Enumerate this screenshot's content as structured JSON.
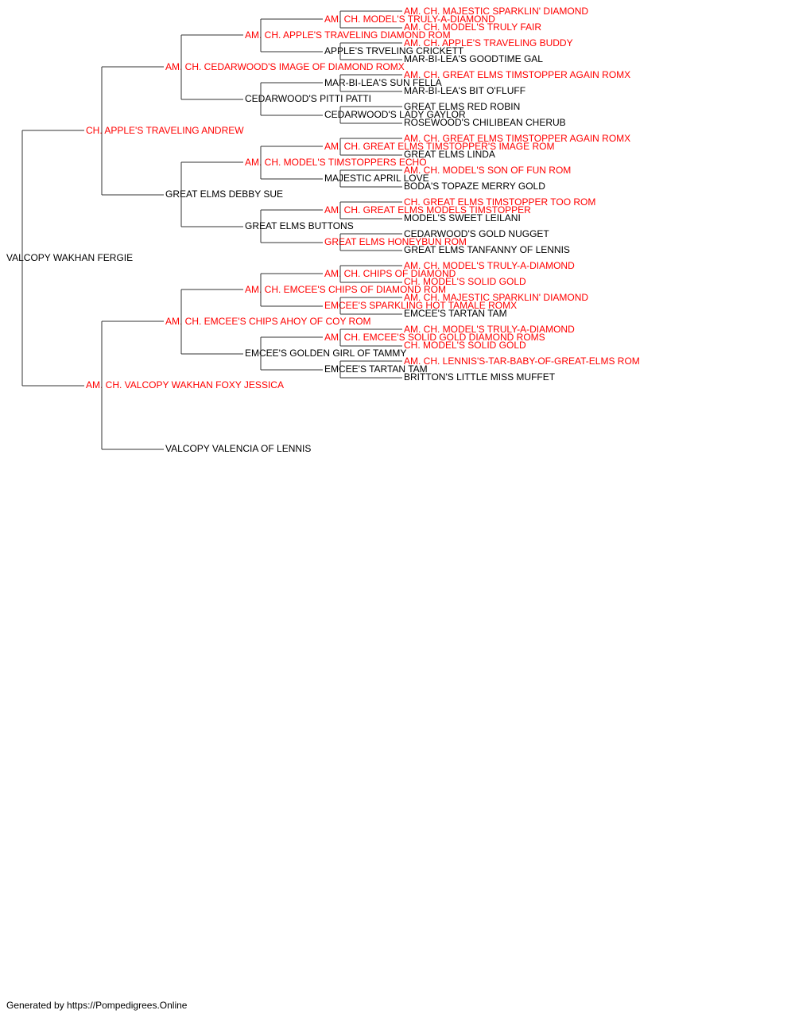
{
  "colors": {
    "champion": "#ff0000",
    "normal": "#000000",
    "line": "#333333"
  },
  "pedigree": {
    "name": "VALCOPY WAKHAN FERGIE",
    "champion": false,
    "sire": {
      "name": "CH. APPLE'S TRAVELING ANDREW",
      "champion": true,
      "sire": {
        "name": "AM. CH. CEDARWOOD'S IMAGE OF DIAMOND ROMX",
        "champion": true,
        "sire": {
          "name": "AM. CH. APPLE'S TRAVELING DIAMOND ROM",
          "champion": true,
          "sire": {
            "name": "AM. CH. MODEL'S TRULY-A-DIAMOND",
            "champion": true,
            "sire": {
              "name": "AM. CH. MAJESTIC SPARKLIN' DIAMOND",
              "champion": true
            },
            "dam": {
              "name": "AM. CH. MODEL'S TRULY FAIR",
              "champion": true
            }
          },
          "dam": {
            "name": "APPLE'S TRVELING CRICKETT",
            "champion": false,
            "sire": {
              "name": "AM. CH. APPLE'S TRAVELING BUDDY",
              "champion": true
            },
            "dam": {
              "name": "MAR-BI-LEA'S GOODTIME GAL",
              "champion": false
            }
          }
        },
        "dam": {
          "name": "CEDARWOOD'S PITTI PATTI",
          "champion": false,
          "sire": {
            "name": "MAR-BI-LEA'S SUN FELLA",
            "champion": false,
            "sire": {
              "name": "AM. CH. GREAT ELMS TIMSTOPPER AGAIN ROMX",
              "champion": true
            },
            "dam": {
              "name": "MAR-BI-LEA'S BIT O'FLUFF",
              "champion": false
            }
          },
          "dam": {
            "name": "CEDARWOOD'S LADY GAYLOR",
            "champion": false,
            "sire": {
              "name": "GREAT ELMS RED ROBIN",
              "champion": false
            },
            "dam": {
              "name": "ROSEWOOD'S CHILIBEAN CHERUB",
              "champion": false
            }
          }
        }
      },
      "dam": {
        "name": "GREAT ELMS DEBBY SUE",
        "champion": false,
        "sire": {
          "name": "AM. CH. MODEL'S TIMSTOPPERS ECHO",
          "champion": true,
          "sire": {
            "name": "AM. CH. GREAT ELMS TIMSTOPPER'S IMAGE ROM",
            "champion": true,
            "sire": {
              "name": "AM. CH. GREAT ELMS TIMSTOPPER AGAIN ROMX",
              "champion": true
            },
            "dam": {
              "name": "GREAT ELMS LINDA",
              "champion": false
            }
          },
          "dam": {
            "name": "MAJESTIC APRIL LOVE",
            "champion": false,
            "sire": {
              "name": "AM. CH. MODEL'S SON OF FUN ROM",
              "champion": true
            },
            "dam": {
              "name": "BODA'S TOPAZE MERRY GOLD",
              "champion": false
            }
          }
        },
        "dam": {
          "name": "GREAT ELMS BUTTONS",
          "champion": false,
          "sire": {
            "name": "AM. CH. GREAT ELMS MODELS TIMSTOPPER",
            "champion": true,
            "sire": {
              "name": "CH. GREAT ELMS TIMSTOPPER TOO ROM",
              "champion": true
            },
            "dam": {
              "name": "MODEL'S SWEET LEILANI",
              "champion": false
            }
          },
          "dam": {
            "name": "GREAT ELMS HONEYBUN ROM",
            "champion": true,
            "sire": {
              "name": "CEDARWOOD'S GOLD NUGGET",
              "champion": false
            },
            "dam": {
              "name": "GREAT ELMS TANFANNY OF LENNIS",
              "champion": false
            }
          }
        }
      }
    },
    "dam": {
      "name": "AM. CH. VALCOPY WAKHAN FOXY JESSICA",
      "champion": true,
      "sire": {
        "name": "AM. CH. EMCEE'S CHIPS AHOY OF COY ROM",
        "champion": true,
        "sire": {
          "name": "AM. CH. EMCEE'S CHIPS OF DIAMOND ROM",
          "champion": true,
          "sire": {
            "name": "AM. CH. CHIPS OF DIAMOND",
            "champion": true,
            "sire": {
              "name": "AM. CH. MODEL'S TRULY-A-DIAMOND",
              "champion": true
            },
            "dam": {
              "name": "CH. MODEL'S SOLID GOLD",
              "champion": true
            }
          },
          "dam": {
            "name": "EMCEE'S SPARKLING HOT TAMALE ROMX",
            "champion": true,
            "sire": {
              "name": "AM. CH. MAJESTIC SPARKLIN' DIAMOND",
              "champion": true
            },
            "dam": {
              "name": "EMCEE'S TARTAN TAM",
              "champion": false
            }
          }
        },
        "dam": {
          "name": "EMCEE'S GOLDEN GIRL OF TAMMY",
          "champion": false,
          "sire": {
            "name": "AM. CH. EMCEE'S SOLID GOLD DIAMOND ROMS",
            "champion": true,
            "sire": {
              "name": "AM. CH. MODEL'S TRULY-A-DIAMOND",
              "champion": true
            },
            "dam": {
              "name": "CH. MODEL'S SOLID GOLD",
              "champion": true
            }
          },
          "dam": {
            "name": "EMCEE'S TARTAN TAM",
            "champion": false,
            "sire": {
              "name": "AM. CH. LENNIS'S-TAR-BABY-OF-GREAT-ELMS ROM",
              "champion": true
            },
            "dam": {
              "name": "BRITTON'S LITTLE MISS MUFFET",
              "champion": false
            }
          }
        }
      },
      "dam": {
        "name": "VALCOPY VALENCIA OF LENNIS",
        "champion": false
      }
    }
  },
  "footer": "Generated by https://Pompedigrees.Online"
}
